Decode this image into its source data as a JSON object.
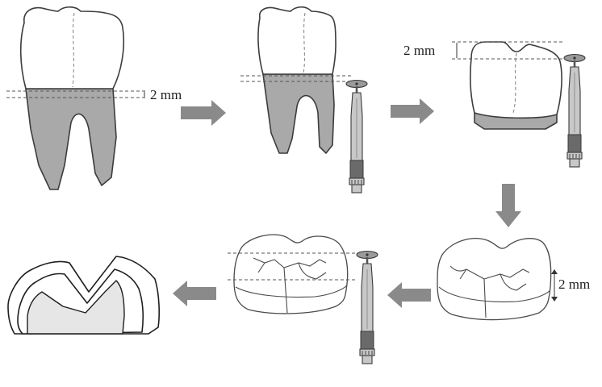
{
  "labels": {
    "step1_depth": "2 mm",
    "step3_depth": "2 mm",
    "step4_depth": "2 mm"
  },
  "colors": {
    "root": "#a9a9a9",
    "arrow": "#8a8a8a",
    "outline": "#3c3c3c",
    "dentin": "#e6e6e6"
  }
}
